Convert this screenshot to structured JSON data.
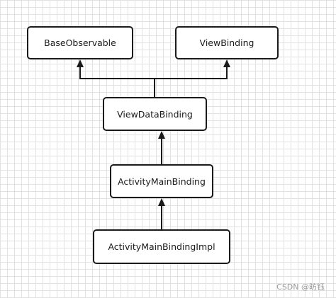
{
  "diagram": {
    "nodes": {
      "base_observable": "BaseObservable",
      "view_binding": "ViewBinding",
      "view_data_binding": "ViewDataBinding",
      "activity_main_binding": "ActivityMainBinding",
      "activity_main_binding_impl": "ActivityMainBindingImpl"
    },
    "edges": [
      {
        "from": "view_data_binding",
        "to": "base_observable"
      },
      {
        "from": "view_data_binding",
        "to": "view_binding"
      },
      {
        "from": "activity_main_binding",
        "to": "view_data_binding"
      },
      {
        "from": "activity_main_binding_impl",
        "to": "activity_main_binding"
      }
    ]
  },
  "watermark": "CSDN @昉钰",
  "colors": {
    "stroke": "#1a1a1a",
    "grid": "#e2e2e2"
  }
}
